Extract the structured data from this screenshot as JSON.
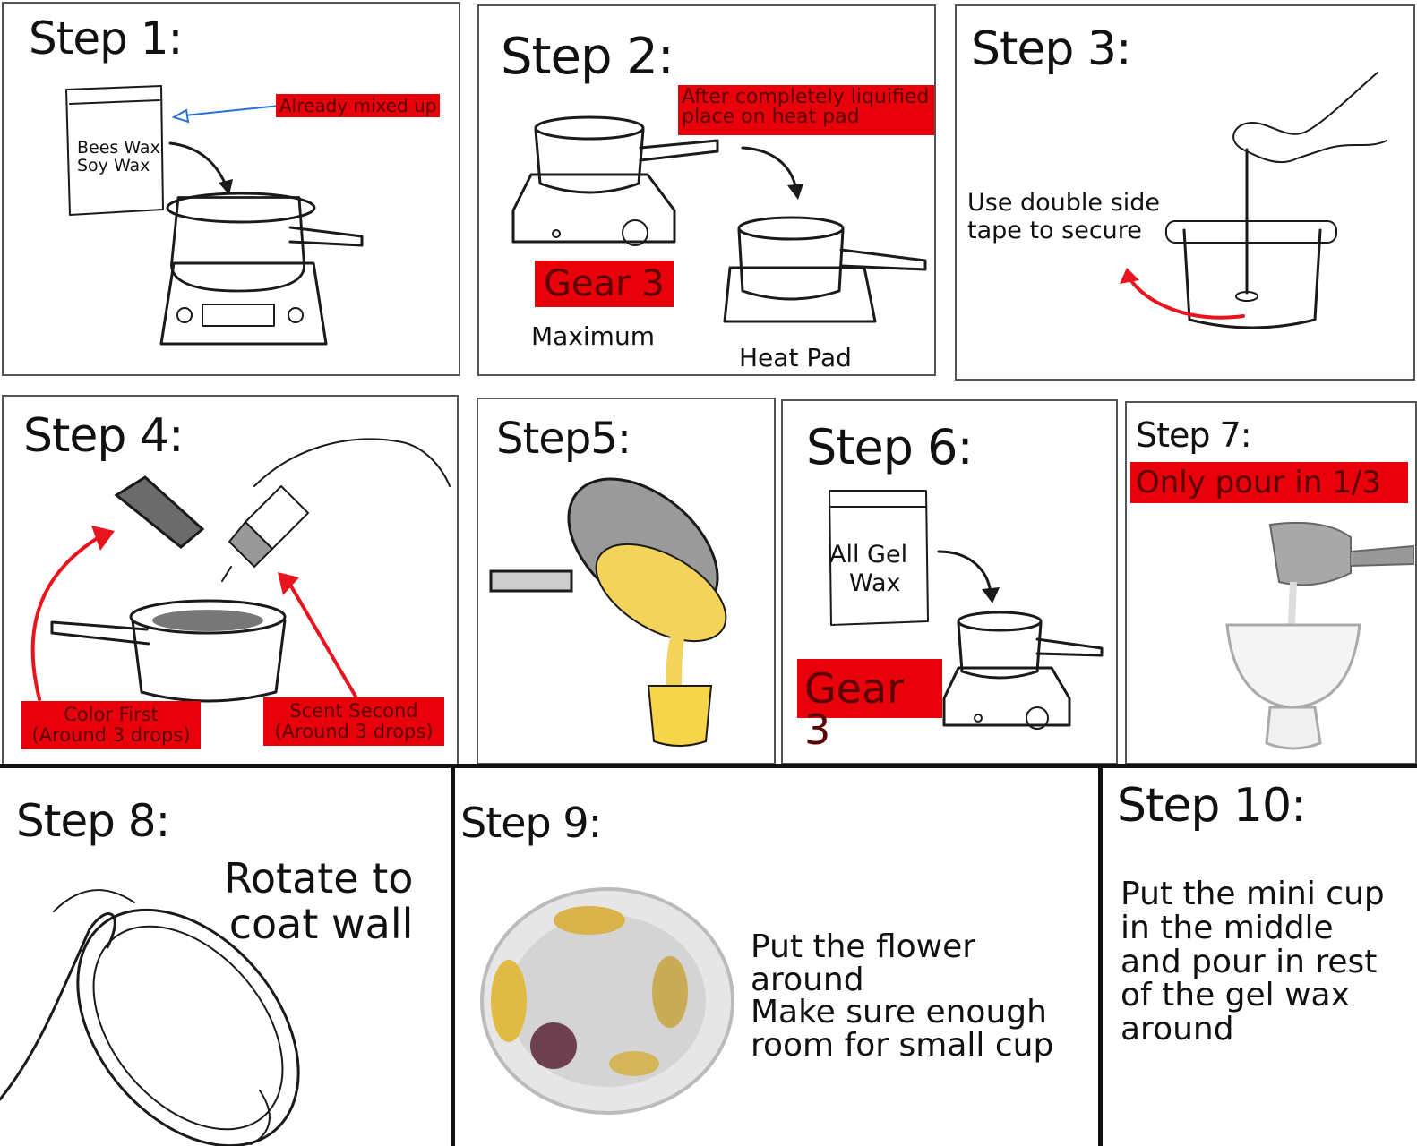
{
  "steps": {
    "s1": {
      "title": "Step 1:",
      "bag_label_1": "Bees Wax",
      "bag_label_2": "Soy Wax",
      "note": "Already mixed up"
    },
    "s2": {
      "title": "Step 2:",
      "note_1": "After completely liquified",
      "note_2": "place on heat pad",
      "gear": "Gear 3",
      "gear_sub": "Maximum",
      "pad_label": "Heat Pad"
    },
    "s3": {
      "title": "Step 3:",
      "text": "Use double side\ntape to secure"
    },
    "s4": {
      "title": "Step 4:",
      "color_1": "Color First",
      "color_2": "(Around 3 drops)",
      "scent_1": "Scent Second",
      "scent_2": "(Around 3 drops)"
    },
    "s5": {
      "title": "Step5:"
    },
    "s6": {
      "title": "Step 6:",
      "bag_label_1": "All Gel",
      "bag_label_2": "Wax",
      "gear": "Gear 3"
    },
    "s7": {
      "title": "Step 7:",
      "note": "Only pour in 1/3"
    },
    "s8": {
      "title": "Step 8:",
      "text": "Rotate to\ncoat wall"
    },
    "s9": {
      "title": "Step 9:",
      "text": "Put the flower around\nMake sure enough\nroom for small cup"
    },
    "s10": {
      "title": "Step 10:",
      "text": "Put the mini cup\nin the middle\nand pour in rest\nof the gel wax\naround"
    }
  },
  "colors": {
    "accent_red": "#e8000b",
    "ink": "#1a1a1a",
    "wax_yellow": "#f3d35a"
  },
  "icons": [
    "wax-bag-icon",
    "pot-icon",
    "scale-icon",
    "hot-plate-icon",
    "heat-pad-icon",
    "hand-icon",
    "wick-holder-icon",
    "glass-jar-icon",
    "dye-packet-icon",
    "scent-bottle-icon",
    "arrow-icon",
    "flower-bowl-photo",
    "glass-cup-photo"
  ]
}
